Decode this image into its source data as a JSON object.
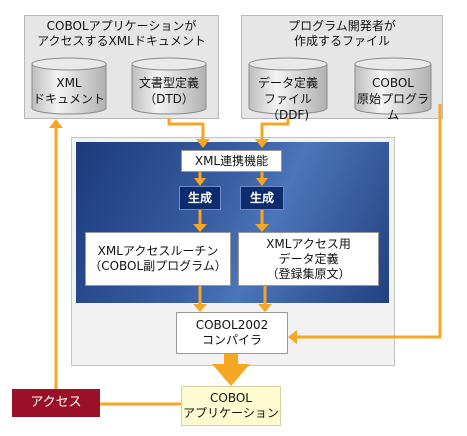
{
  "left_panel": {
    "title_line1": "COBOLアプリケーションが",
    "title_line2": "アクセスするXMLドキュメント",
    "cyl1_line1": "XML",
    "cyl1_line2": "ドキュメント",
    "cyl2_line1": "文書型定義",
    "cyl2_line2": "（DTD）"
  },
  "right_panel": {
    "title_line1": "プログラム開発者が",
    "title_line2": "作成するファイル",
    "cyl1_line1": "データ定義",
    "cyl1_line2": "ファイル（DDF)",
    "cyl2_line1": "COBOL",
    "cyl2_line2": "原始プログラム"
  },
  "center": {
    "xml_function": "XML連携機能",
    "generate_left": "生成",
    "generate_right": "生成",
    "routine_line1": "XMLアクセスルーチン",
    "routine_line2": "（COBOL副プログラム）",
    "datadef_line1": "XMLアクセス用",
    "datadef_line2": "データ定義",
    "datadef_line3": "（登録集原文）",
    "compiler_line1": "COBOL2002",
    "compiler_line2": "コンパイラ"
  },
  "app": {
    "line1": "COBOL",
    "line2": "アプリケーション"
  },
  "access_label": "アクセス",
  "colors": {
    "arrow": "#f5a623",
    "access_red": "#9a1027",
    "badge_navy": "#0d2c6e",
    "app_yellow": "#fffbd0"
  }
}
